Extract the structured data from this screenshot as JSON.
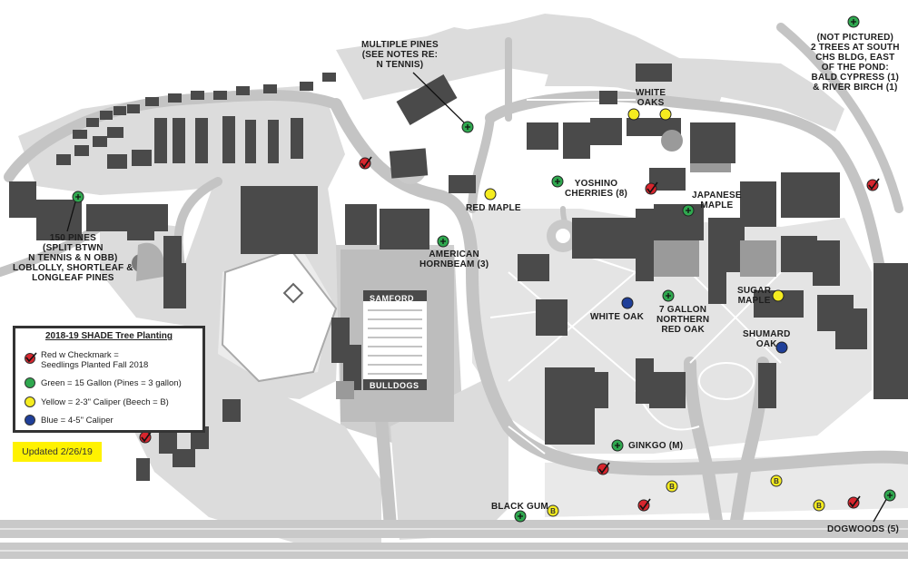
{
  "legend": {
    "title": "2018-19 SHADE Tree Planting",
    "red": "Red w Checkmark =\nSeedlings Planted Fall 2018",
    "green": "Green = 15 Gallon (Pines = 3 gallon)",
    "yellow": "Yellow = 2-3\" Caliper (Beech = B)",
    "blue": "Blue = 4-5\" Caliper"
  },
  "updated": "Updated 2/26/19",
  "stadium": {
    "top_text": "SAMFORD",
    "bottom_text": "BULLDOGS"
  },
  "labels": {
    "multiple_pines": "MULTIPLE PINES\n(SEE NOTES RE:\nN TENNIS)",
    "white_oaks": "WHITE\nOAKS",
    "not_pictured": "(NOT PICTURED)\n2 TREES AT SOUTH\nCHS BLDG, EAST\nOF THE POND:\nBALD CYPRESS (1)\n& RIVER BIRCH (1)",
    "yoshino": "YOSHINO\nCHERRIES (8)",
    "red_maple": "RED MAPLE",
    "japanese_maple": "JAPANESE\nMAPLE",
    "pines_150": "150 PINES\n(SPLIT BTWN\nN TENNIS & N OBB)\nLOBLOLLY, SHORTLEAF &\nLONGLEAF PINES",
    "american_hornbeam": "AMERICAN\nHORNBEAM (3)",
    "sugar_maple": "SUGAR\nMAPLE",
    "white_oak": "WHITE OAK",
    "northern_red_oak": "7 GALLON\nNORTHERN\nRED OAK",
    "shumard_oak": "SHUMARD\nOAK",
    "ginkgo": "GINKGO (M)",
    "black_gum": "BLACK GUM",
    "dogwoods": "DOGWOODS (5)"
  },
  "beech_mark": "B",
  "colors": {
    "red": "#d7262e",
    "green": "#2fa84f",
    "yellow": "#f5ec1f",
    "blue": "#1f3f99",
    "building": "#4a4a4a",
    "road": "#c9c9c9",
    "paved": "#dcdcdc"
  },
  "markers": [
    {
      "type": "green",
      "label": "multiple_pines"
    },
    {
      "type": "yellow",
      "label": "white_oaks"
    },
    {
      "type": "yellow",
      "label": "white_oaks"
    },
    {
      "type": "green",
      "label": "not_pictured"
    },
    {
      "type": "green",
      "label": "yoshino"
    },
    {
      "type": "yellow",
      "label": "red_maple"
    },
    {
      "type": "green",
      "label": "japanese_maple"
    },
    {
      "type": "green",
      "label": "pines_150"
    },
    {
      "type": "green",
      "label": "american_hornbeam"
    },
    {
      "type": "yellow",
      "label": "sugar_maple"
    },
    {
      "type": "blue",
      "label": "white_oak"
    },
    {
      "type": "green",
      "label": "northern_red_oak"
    },
    {
      "type": "blue",
      "label": "shumard_oak"
    },
    {
      "type": "green",
      "label": "ginkgo"
    },
    {
      "type": "green",
      "label": "black_gum"
    },
    {
      "type": "green",
      "label": "dogwoods"
    },
    {
      "type": "red"
    },
    {
      "type": "red"
    },
    {
      "type": "red"
    },
    {
      "type": "red"
    },
    {
      "type": "red"
    },
    {
      "type": "red"
    },
    {
      "type": "red"
    },
    {
      "type": "beech"
    },
    {
      "type": "beech"
    },
    {
      "type": "beech"
    },
    {
      "type": "beech"
    }
  ]
}
